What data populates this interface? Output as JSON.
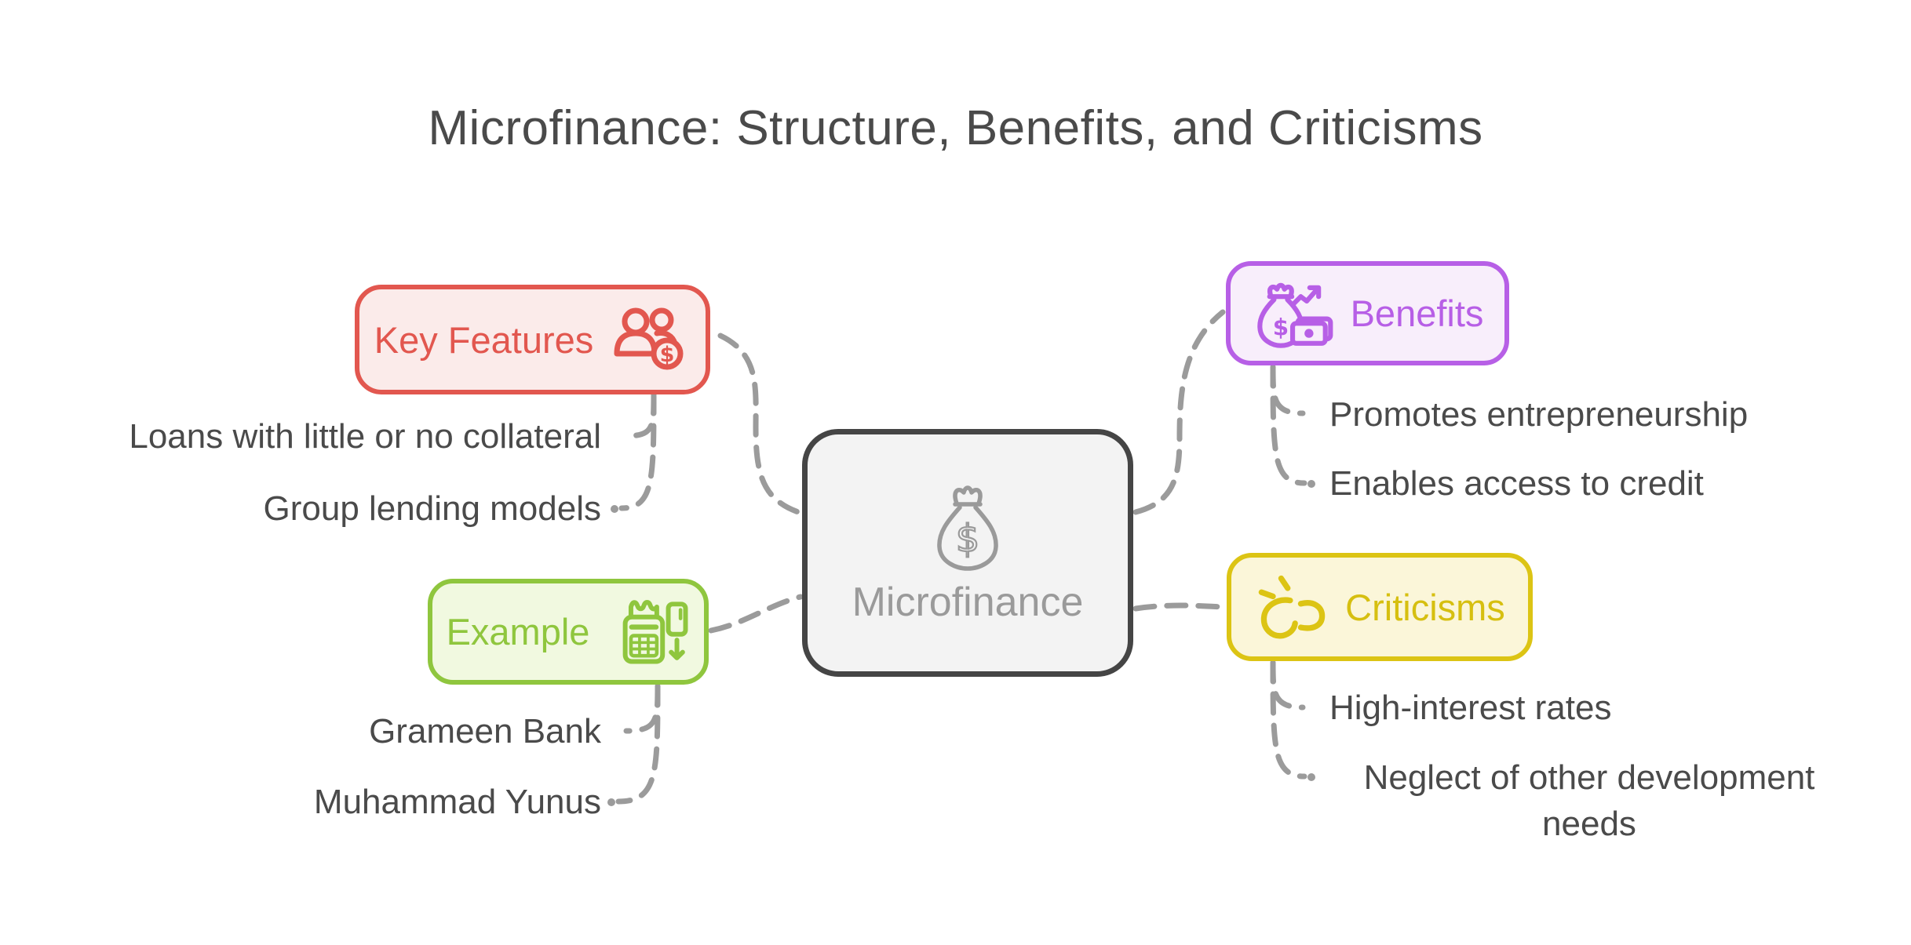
{
  "title": "Microfinance: Structure, Benefits, and Criticisms",
  "center": {
    "label": "Microfinance",
    "icon": "money-bag-icon"
  },
  "branches": [
    {
      "id": "key-features",
      "label": "Key Features",
      "icon": "users-dollar-icon",
      "accent": "#e2574f",
      "fill": "#fbebea",
      "items": [
        "Loans with little or no collateral",
        "Group lending models"
      ]
    },
    {
      "id": "example",
      "label": "Example",
      "icon": "payment-terminal-icon",
      "accent": "#8fc63e",
      "fill": "#f1f9e0",
      "items": [
        "Grameen Bank",
        "Muhammad Yunus"
      ]
    },
    {
      "id": "benefits",
      "label": "Benefits",
      "icon": "money-growth-icon",
      "accent": "#b75fe6",
      "fill": "#f8eefb",
      "items": [
        "Promotes entrepreneurship",
        "Enables access to credit"
      ]
    },
    {
      "id": "criticisms",
      "label": "Criticisms",
      "icon": "broken-link-icon",
      "accent": "#dcc414",
      "fill": "#fbf6d9",
      "items": [
        "High-interest rates",
        "Neglect of other development needs"
      ]
    }
  ],
  "connector_color": "#9b9b9b"
}
